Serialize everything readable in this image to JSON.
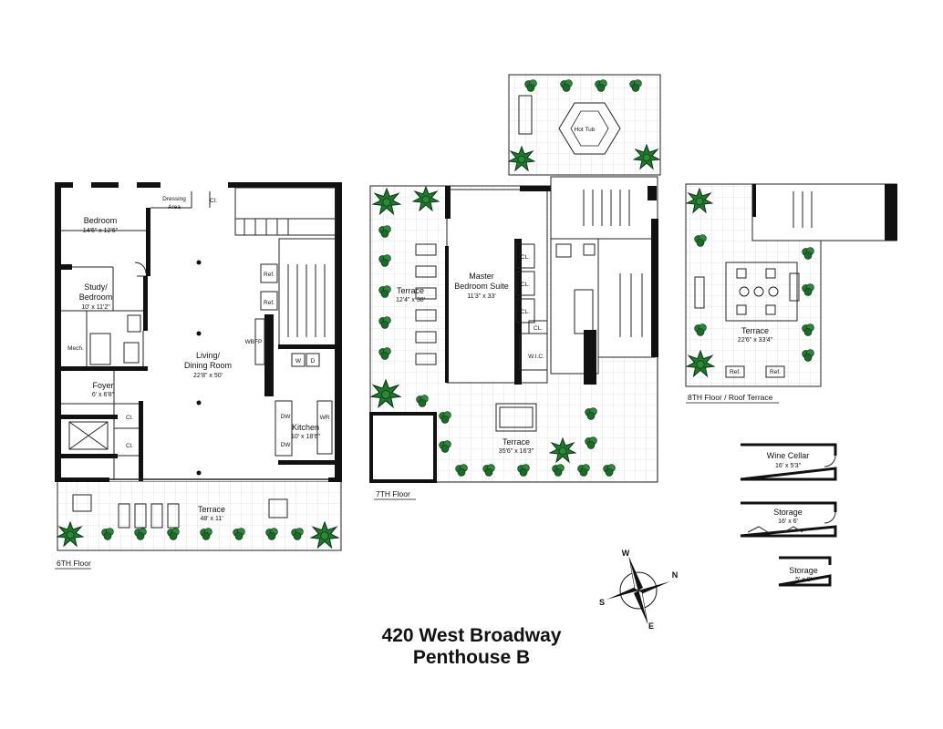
{
  "title": {
    "line1": "420 West Broadway",
    "line2": "Penthouse B"
  },
  "floors": {
    "sixth": {
      "label": "6TH Floor",
      "rooms": {
        "bedroom": {
          "name": "Bedroom",
          "dims": "14'6\" x 12'6\""
        },
        "dressing": {
          "name_line1": "Dressing",
          "name_line2": "Area"
        },
        "closet_top": "Cl.",
        "study": {
          "name_line1": "Study/",
          "name_line2": "Bedroom",
          "dims": "10' x 11'2\""
        },
        "mech": "Mech.",
        "foyer": {
          "name": "Foyer",
          "dims": "6' x 6'8\""
        },
        "closet_a": "Cl.",
        "closet_b": "Cl.",
        "living": {
          "name_line1": "Living/",
          "name_line2": "Dining Room",
          "dims": "22'8\" x 50'"
        },
        "wbfp": "WBFP",
        "ref_a": "Ref.",
        "ref_b": "Ref.",
        "kitchen": {
          "name": "Kitchen",
          "dims": "10' x 18'6\""
        },
        "w": "W",
        "d": "D",
        "dw_a": "DW",
        "dw_b": "DW",
        "wr": "WR",
        "terrace": {
          "name": "Terrace",
          "dims": "48' x 11'"
        }
      }
    },
    "seventh": {
      "label": "7TH Floor",
      "rooms": {
        "hot_tub": "Hot Tub",
        "terrace_west": {
          "name": "Terrace",
          "dims": "12'4\" x 38'"
        },
        "master": {
          "name_line1": "Master",
          "name_line2": "Bedroom Suite",
          "dims": "11'3\" x 33'"
        },
        "cl1": "CL.",
        "cl2": "CL.",
        "cl3": "CL.",
        "cl4": "CL.",
        "wic": "W.I.C.",
        "terrace_south": {
          "name": "Terrace",
          "dims": "35'6\" x 16'3\""
        }
      }
    },
    "eighth": {
      "label": "8TH Floor / Roof Terrace",
      "rooms": {
        "terrace": {
          "name": "Terrace",
          "dims": "22'6\" x 33'4\""
        },
        "ref_a": "Ref.",
        "ref_b": "Ref."
      }
    }
  },
  "extras": {
    "wine_cellar": {
      "name": "Wine Cellar",
      "dims": "16' x 5'3\""
    },
    "storage_large": {
      "name": "Storage",
      "dims": "16' x 6'"
    },
    "storage_small": {
      "name": "Storage",
      "dims": "5' x 8'"
    }
  },
  "compass": {
    "n": "N",
    "e": "E",
    "s": "S",
    "w": "W"
  },
  "colors": {
    "walls": "#111111",
    "plants": "#1f7a2e",
    "paving_grid": "#c8c8c8"
  }
}
